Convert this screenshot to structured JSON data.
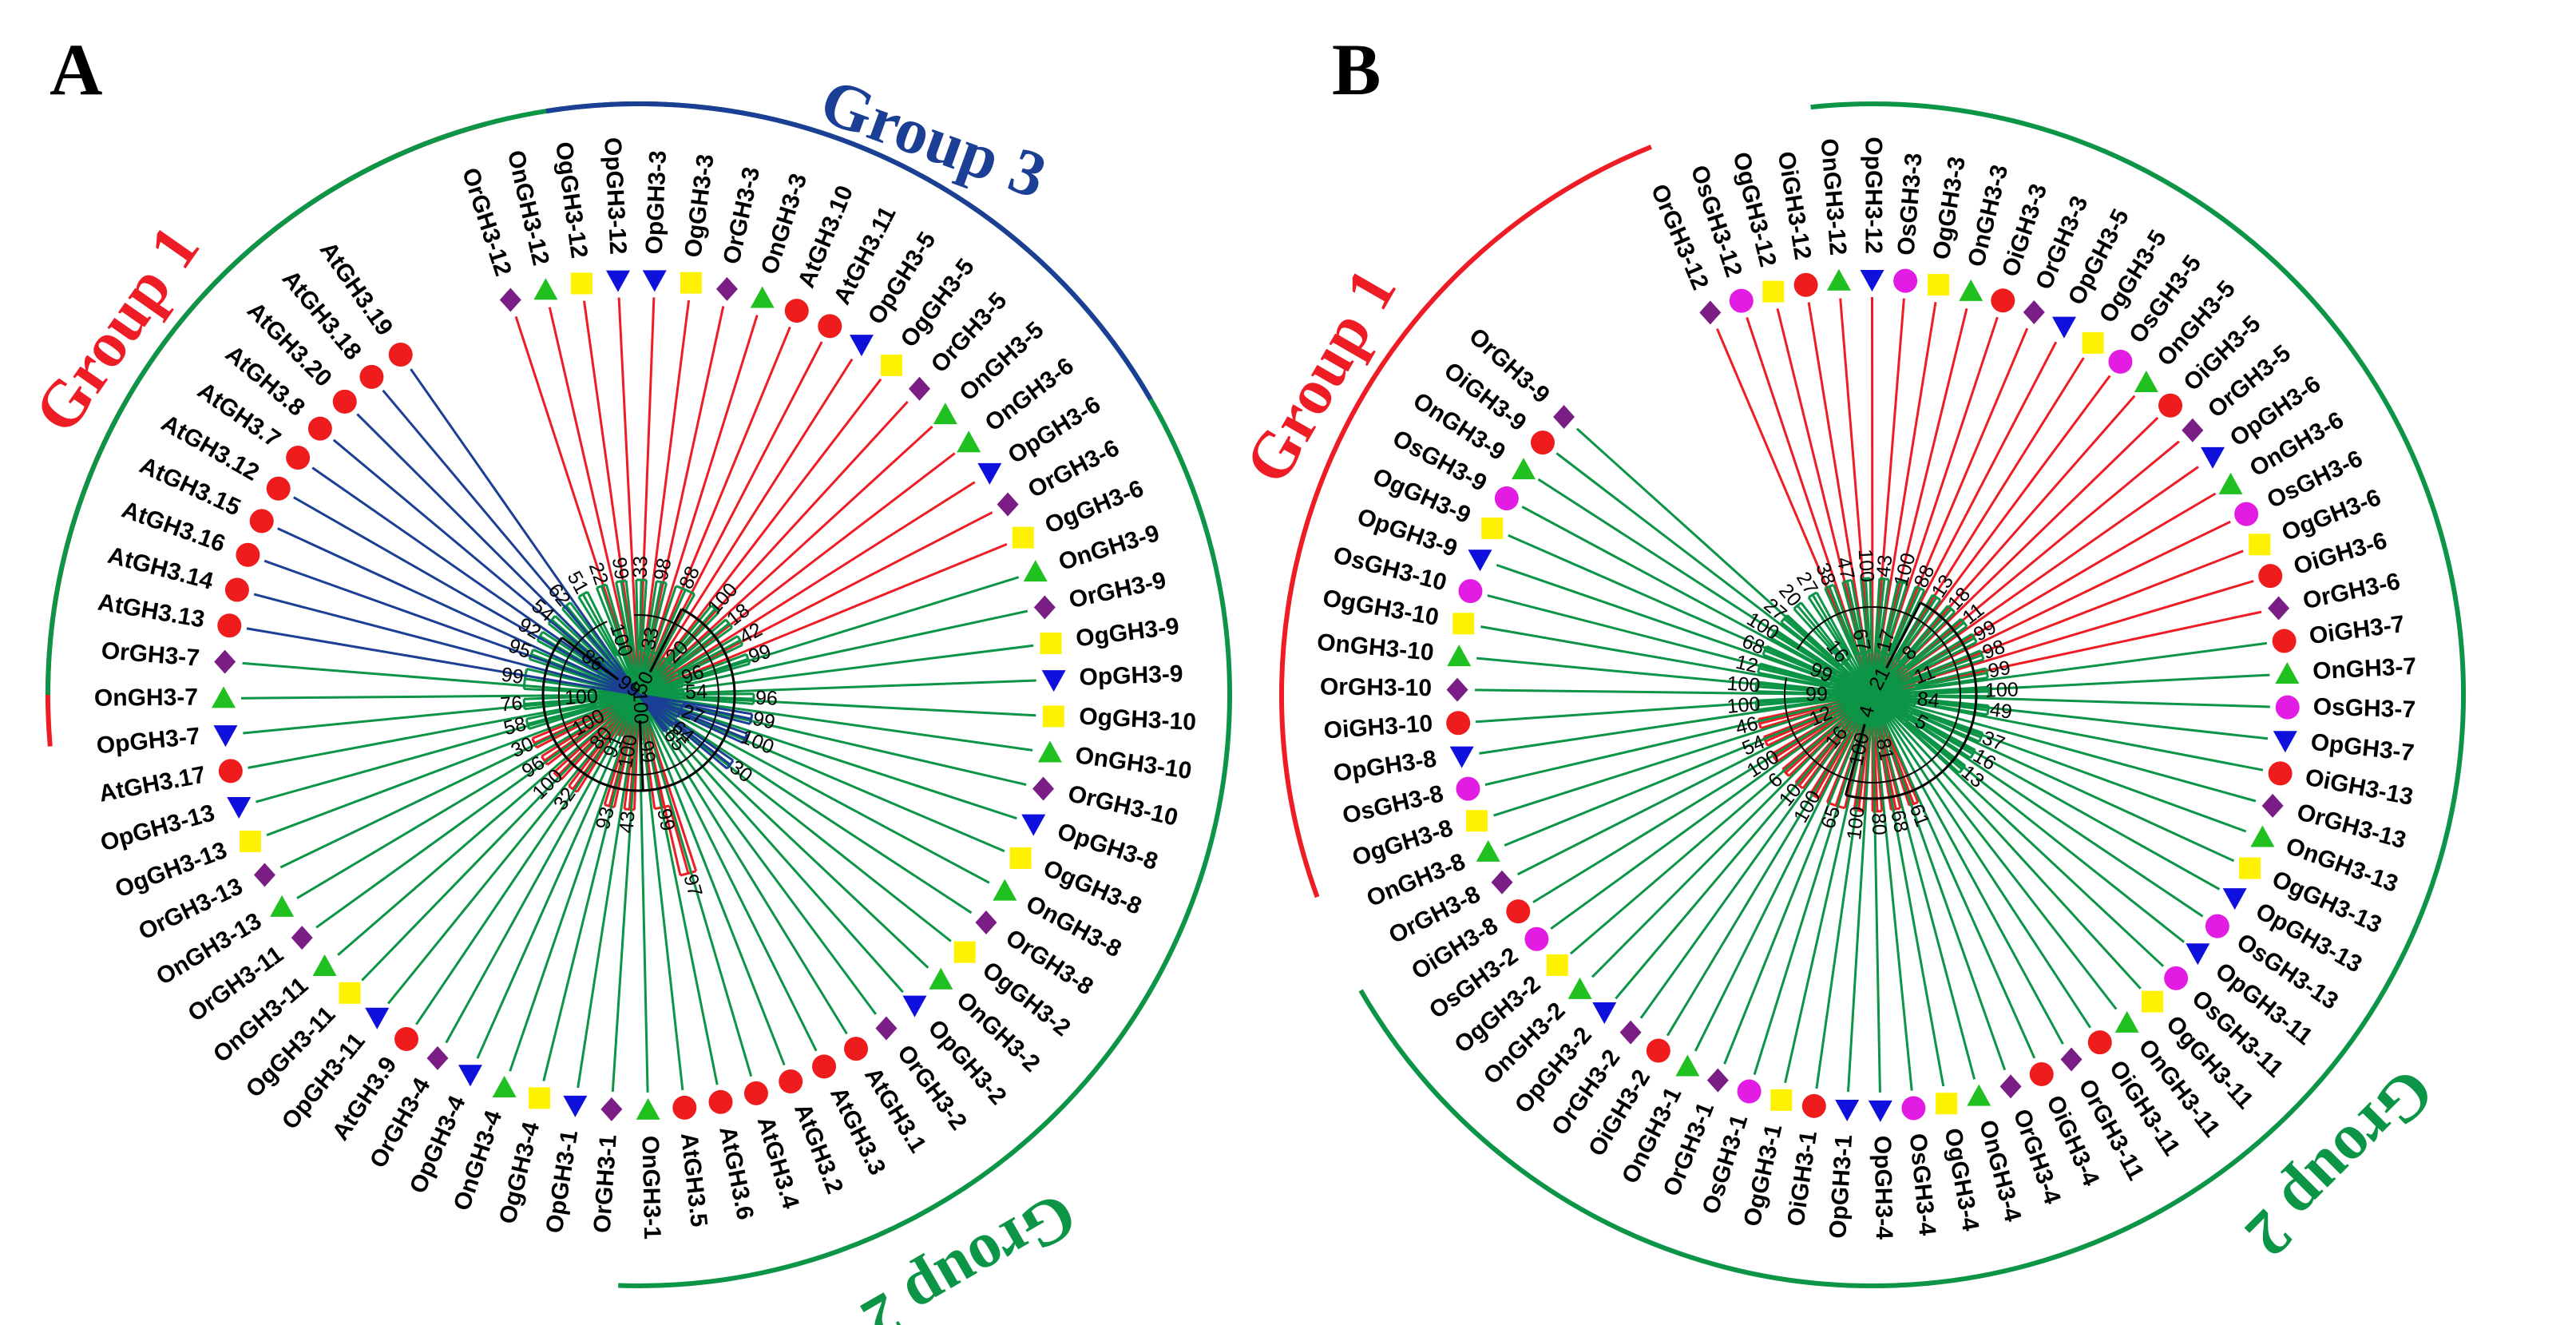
{
  "figure": {
    "panel_a_letter": "A",
    "panel_b_letter": "B"
  },
  "colors": {
    "group1": "#ee1c24",
    "group2": "#0c9447",
    "group3": "#1b3f94",
    "arabidopsis": "#ee1c1c",
    "barthii": "#fff200",
    "nivara": "#20c020",
    "punctata": "#1010dd",
    "rufipogon": "#7a1e86",
    "sativa_indica": "#e31ce3"
  },
  "panel_a": {
    "group_labels": {
      "g1": "Group 1",
      "g2": "Group 2",
      "g3": "Group 3"
    },
    "leaves": [
      {
        "label": "OrGH3-12",
        "marker": "diamond"
      },
      {
        "label": "OnGH3-12",
        "marker": "tri-up"
      },
      {
        "label": "OgGH3-12",
        "marker": "square"
      },
      {
        "label": "OpGH3-12",
        "marker": "tri-down"
      },
      {
        "label": "OpGH3-3",
        "marker": "tri-down"
      },
      {
        "label": "OgGH3-3",
        "marker": "square"
      },
      {
        "label": "OrGH3-3",
        "marker": "diamond"
      },
      {
        "label": "OnGH3-3",
        "marker": "tri-up"
      },
      {
        "label": "AtGH3.10",
        "marker": "circle"
      },
      {
        "label": "AtGH3.11",
        "marker": "circle"
      },
      {
        "label": "OpGH3-5",
        "marker": "tri-down"
      },
      {
        "label": "OgGH3-5",
        "marker": "square"
      },
      {
        "label": "OrGH3-5",
        "marker": "diamond"
      },
      {
        "label": "OnGH3-5",
        "marker": "tri-up"
      },
      {
        "label": "OnGH3-6",
        "marker": "tri-up"
      },
      {
        "label": "OpGH3-6",
        "marker": "tri-down"
      },
      {
        "label": "OrGH3-6",
        "marker": "diamond"
      },
      {
        "label": "OgGH3-6",
        "marker": "square"
      },
      {
        "label": "OnGH3-9",
        "marker": "tri-up"
      },
      {
        "label": "OrGH3-9",
        "marker": "diamond"
      },
      {
        "label": "OgGH3-9",
        "marker": "square"
      },
      {
        "label": "OpGH3-9",
        "marker": "tri-down"
      },
      {
        "label": "OgGH3-10",
        "marker": "square"
      },
      {
        "label": "OnGH3-10",
        "marker": "tri-up"
      },
      {
        "label": "OrGH3-10",
        "marker": "diamond"
      },
      {
        "label": "OpGH3-8",
        "marker": "tri-down"
      },
      {
        "label": "OgGH3-8",
        "marker": "square"
      },
      {
        "label": "OnGH3-8",
        "marker": "tri-up"
      },
      {
        "label": "OrGH3-8",
        "marker": "diamond"
      },
      {
        "label": "OgGH3-2",
        "marker": "square"
      },
      {
        "label": "OnGH3-2",
        "marker": "tri-up"
      },
      {
        "label": "OpGH3-2",
        "marker": "tri-down"
      },
      {
        "label": "OrGH3-2",
        "marker": "diamond"
      },
      {
        "label": "AtGH3.1",
        "marker": "circle"
      },
      {
        "label": "AtGH3.3",
        "marker": "circle"
      },
      {
        "label": "AtGH3.2",
        "marker": "circle"
      },
      {
        "label": "AtGH3.4",
        "marker": "circle"
      },
      {
        "label": "AtGH3.6",
        "marker": "circle"
      },
      {
        "label": "AtGH3.5",
        "marker": "circle"
      },
      {
        "label": "OnGH3-1",
        "marker": "tri-up"
      },
      {
        "label": "OrGH3-1",
        "marker": "diamond"
      },
      {
        "label": "OpGH3-1",
        "marker": "tri-down"
      },
      {
        "label": "OgGH3-4",
        "marker": "square"
      },
      {
        "label": "OnGH3-4",
        "marker": "tri-up"
      },
      {
        "label": "OpGH3-4",
        "marker": "tri-down"
      },
      {
        "label": "OrGH3-4",
        "marker": "diamond"
      },
      {
        "label": "AtGH3.9",
        "marker": "circle"
      },
      {
        "label": "OpGH3-11",
        "marker": "tri-down"
      },
      {
        "label": "OgGH3-11",
        "marker": "square"
      },
      {
        "label": "OnGH3-11",
        "marker": "tri-up"
      },
      {
        "label": "OrGH3-11",
        "marker": "diamond"
      },
      {
        "label": "OnGH3-13",
        "marker": "tri-up"
      },
      {
        "label": "OrGH3-13",
        "marker": "diamond"
      },
      {
        "label": "OgGH3-13",
        "marker": "square"
      },
      {
        "label": "OpGH3-13",
        "marker": "tri-down"
      },
      {
        "label": "AtGH3.17",
        "marker": "circle"
      },
      {
        "label": "OpGH3-7",
        "marker": "tri-down"
      },
      {
        "label": "OnGH3-7",
        "marker": "tri-up"
      },
      {
        "label": "OrGH3-7",
        "marker": "diamond"
      },
      {
        "label": "AtGH3.13",
        "marker": "circle"
      },
      {
        "label": "AtGH3.14",
        "marker": "circle"
      },
      {
        "label": "AtGH3.16",
        "marker": "circle"
      },
      {
        "label": "AtGH3.15",
        "marker": "circle"
      },
      {
        "label": "AtGH3.12",
        "marker": "circle"
      },
      {
        "label": "AtGH3.7",
        "marker": "circle"
      },
      {
        "label": "AtGH3.8",
        "marker": "circle"
      },
      {
        "label": "AtGH3.20",
        "marker": "circle"
      },
      {
        "label": "AtGH3.18",
        "marker": "circle"
      },
      {
        "label": "AtGH3.19",
        "marker": "circle"
      }
    ],
    "bootstrap": [
      "97",
      "99",
      "99",
      "43",
      "93",
      "100",
      "91",
      "32",
      "100",
      "80",
      "96",
      "30",
      "100",
      "50",
      "58",
      "76",
      "99",
      "100",
      "95",
      "92",
      "54",
      "62",
      "86",
      "51",
      "22",
      "99",
      "100",
      "33",
      "98",
      "88",
      "33",
      "100",
      "18",
      "20",
      "42",
      "99",
      "96",
      "96",
      "54",
      "100",
      "99",
      "100",
      "27",
      "30",
      "64",
      "65",
      "99",
      "100",
      "99",
      "32",
      "76",
      "91",
      "100",
      "36",
      "25",
      "55",
      "100",
      "62",
      "85",
      "96",
      "58",
      "100",
      "89",
      "49",
      "77"
    ]
  },
  "panel_b": {
    "group_labels": {
      "g1": "Group 1",
      "g2": "Group 2"
    },
    "leaves": [
      {
        "label": "OrGH3-12",
        "marker": "diamond"
      },
      {
        "label": "OsGH3-12",
        "marker": "pink-circle"
      },
      {
        "label": "OgGH3-12",
        "marker": "square"
      },
      {
        "label": "OiGH3-12",
        "marker": "circle"
      },
      {
        "label": "OnGH3-12",
        "marker": "tri-up"
      },
      {
        "label": "OpGH3-12",
        "marker": "tri-down"
      },
      {
        "label": "OsGH3-3",
        "marker": "pink-circle"
      },
      {
        "label": "OgGH3-3",
        "marker": "square"
      },
      {
        "label": "OnGH3-3",
        "marker": "tri-up"
      },
      {
        "label": "OiGH3-3",
        "marker": "circle"
      },
      {
        "label": "OrGH3-3",
        "marker": "diamond"
      },
      {
        "label": "OpGH3-5",
        "marker": "tri-down"
      },
      {
        "label": "OgGH3-5",
        "marker": "square"
      },
      {
        "label": "OsGH3-5",
        "marker": "pink-circle"
      },
      {
        "label": "OnGH3-5",
        "marker": "tri-up"
      },
      {
        "label": "OiGH3-5",
        "marker": "circle"
      },
      {
        "label": "OrGH3-5",
        "marker": "diamond"
      },
      {
        "label": "OpGH3-6",
        "marker": "tri-down"
      },
      {
        "label": "OnGH3-6",
        "marker": "tri-up"
      },
      {
        "label": "OsGH3-6",
        "marker": "pink-circle"
      },
      {
        "label": "OgGH3-6",
        "marker": "square"
      },
      {
        "label": "OiGH3-6",
        "marker": "circle"
      },
      {
        "label": "OrGH3-6",
        "marker": "diamond"
      },
      {
        "label": "OiGH3-7",
        "marker": "circle"
      },
      {
        "label": "OnGH3-7",
        "marker": "tri-up"
      },
      {
        "label": "OsGH3-7",
        "marker": "pink-circle"
      },
      {
        "label": "OpGH3-7",
        "marker": "tri-down"
      },
      {
        "label": "OiGH3-13",
        "marker": "circle"
      },
      {
        "label": "OrGH3-13",
        "marker": "diamond"
      },
      {
        "label": "OnGH3-13",
        "marker": "tri-up"
      },
      {
        "label": "OgGH3-13",
        "marker": "square"
      },
      {
        "label": "OpGH3-13",
        "marker": "tri-down"
      },
      {
        "label": "OsGH3-13",
        "marker": "pink-circle"
      },
      {
        "label": "OpGH3-11",
        "marker": "tri-down"
      },
      {
        "label": "OsGH3-11",
        "marker": "pink-circle"
      },
      {
        "label": "OgGH3-11",
        "marker": "square"
      },
      {
        "label": "OnGH3-11",
        "marker": "tri-up"
      },
      {
        "label": "OiGH3-11",
        "marker": "circle"
      },
      {
        "label": "OrGH3-11",
        "marker": "diamond"
      },
      {
        "label": "OiGH3-4",
        "marker": "circle"
      },
      {
        "label": "OrGH3-4",
        "marker": "diamond"
      },
      {
        "label": "OnGH3-4",
        "marker": "tri-up"
      },
      {
        "label": "OgGH3-4",
        "marker": "square"
      },
      {
        "label": "OsGH3-4",
        "marker": "pink-circle"
      },
      {
        "label": "OpGH3-4",
        "marker": "tri-down"
      },
      {
        "label": "OpGH3-1",
        "marker": "tri-down"
      },
      {
        "label": "OiGH3-1",
        "marker": "circle"
      },
      {
        "label": "OgGH3-1",
        "marker": "square"
      },
      {
        "label": "OsGH3-1",
        "marker": "pink-circle"
      },
      {
        "label": "OrGH3-1",
        "marker": "diamond"
      },
      {
        "label": "OnGH3-1",
        "marker": "tri-up"
      },
      {
        "label": "OiGH3-2",
        "marker": "circle"
      },
      {
        "label": "OrGH3-2",
        "marker": "diamond"
      },
      {
        "label": "OpGH3-2",
        "marker": "tri-down"
      },
      {
        "label": "OnGH3-2",
        "marker": "tri-up"
      },
      {
        "label": "OgGH3-2",
        "marker": "square"
      },
      {
        "label": "OsGH3-2",
        "marker": "pink-circle"
      },
      {
        "label": "OiGH3-8",
        "marker": "circle"
      },
      {
        "label": "OrGH3-8",
        "marker": "diamond"
      },
      {
        "label": "OnGH3-8",
        "marker": "tri-up"
      },
      {
        "label": "OgGH3-8",
        "marker": "square"
      },
      {
        "label": "OsGH3-8",
        "marker": "pink-circle"
      },
      {
        "label": "OpGH3-8",
        "marker": "tri-down"
      },
      {
        "label": "OiGH3-10",
        "marker": "circle"
      },
      {
        "label": "OrGH3-10",
        "marker": "diamond"
      },
      {
        "label": "OnGH3-10",
        "marker": "tri-up"
      },
      {
        "label": "OgGH3-10",
        "marker": "square"
      },
      {
        "label": "OsGH3-10",
        "marker": "pink-circle"
      },
      {
        "label": "OpGH3-9",
        "marker": "tri-down"
      },
      {
        "label": "OgGH3-9",
        "marker": "square"
      },
      {
        "label": "OsGH3-9",
        "marker": "pink-circle"
      },
      {
        "label": "OnGH3-9",
        "marker": "tri-up"
      },
      {
        "label": "OiGH3-9",
        "marker": "circle"
      },
      {
        "label": "OrGH3-9",
        "marker": "diamond"
      }
    ],
    "bootstrap": [
      "61",
      "68",
      "80",
      "81",
      "100",
      "65",
      "100",
      "100",
      "10",
      "6",
      "16",
      "100",
      "54",
      "46",
      "12",
      "21",
      "100",
      "100",
      "99",
      "12",
      "68",
      "100",
      "99",
      "27",
      "20",
      "27",
      "16",
      "38",
      "47",
      "100",
      "67",
      "43",
      "100",
      "88",
      "17",
      "13",
      "18",
      "11",
      "8",
      "99",
      "98",
      "99",
      "11",
      "100",
      "49",
      "84",
      "37",
      "16",
      "13",
      "5",
      "4",
      "6",
      "100",
      "83",
      "98",
      "100",
      "99",
      "95",
      "87",
      "94",
      "97",
      "29",
      "100",
      "11",
      "8",
      "17",
      "97",
      "67",
      "11",
      "6",
      "11",
      "100",
      "85",
      "66"
    ]
  }
}
